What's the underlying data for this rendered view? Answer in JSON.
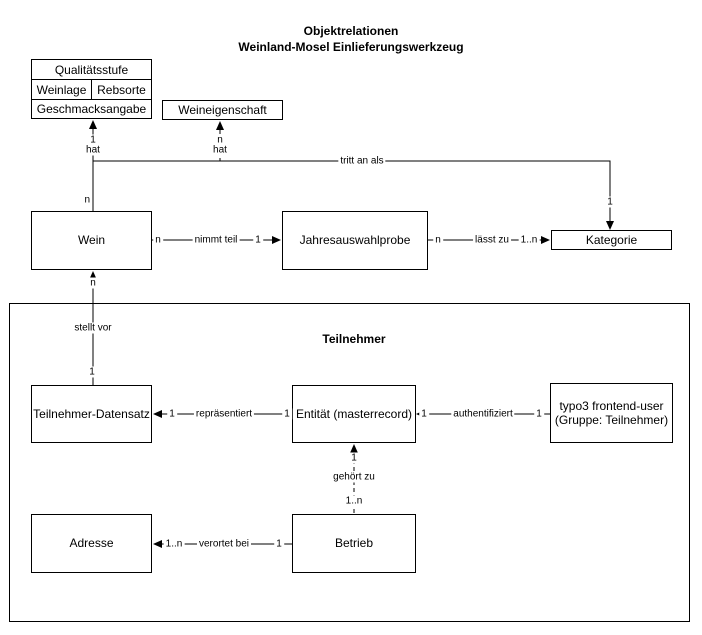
{
  "title": {
    "line1": "Objektrelationen",
    "line2": "Weinland-Mosel Einlieferungswerkzeug"
  },
  "entities": {
    "qualitaetsstufe": "Qualitätsstufe",
    "weinlage": "Weinlage",
    "rebsorte": "Rebsorte",
    "geschmacksangabe": "Geschmacksangabe",
    "weineigenschaft": "Weineigenschaft",
    "wein": "Wein",
    "jahresauswahlprobe": "Jahresauswahlprobe",
    "kategorie": "Kategorie",
    "teilnehmer_section": "Teilnehmer",
    "teilnehmer_datensatz": "Teilnehmer-Datensatz",
    "entitaet": "Entität (masterrecord)",
    "typo3_line1": "typo3 frontend-user",
    "typo3_line2": "(Gruppe: Teilnehmer)",
    "adresse": "Adresse",
    "betrieb": "Betrieb"
  },
  "relations": {
    "hat_qualitaet": {
      "verb": "hat",
      "card_near": "1",
      "card_far": "n"
    },
    "hat_eigenschaft": {
      "verb": "hat",
      "card_near": "n"
    },
    "tritt_an_als": {
      "verb": "tritt an als",
      "card_near": "1"
    },
    "nimmt_teil": {
      "verb": "nimmt teil",
      "card_left": "n",
      "card_right": "1"
    },
    "laesst_zu": {
      "verb": "lässt zu",
      "card_left": "n",
      "card_right": "1..n"
    },
    "stellt_vor": {
      "verb": "stellt vor",
      "card_near": "n",
      "card_far": "1"
    },
    "repraesentiert": {
      "verb": "repräsentiert",
      "card_left": "1",
      "card_right": "1"
    },
    "authentifiziert": {
      "verb": "authentifiziert",
      "card_left": "1",
      "card_right": "1"
    },
    "gehoert_zu": {
      "verb": "gehört zu",
      "card_near": "1",
      "card_far": "1..n"
    },
    "verortet_bei": {
      "verb": "verortet bei",
      "card_left": "1..n",
      "card_right": "1"
    }
  },
  "colors": {
    "line": "#000000",
    "background": "#ffffff"
  }
}
